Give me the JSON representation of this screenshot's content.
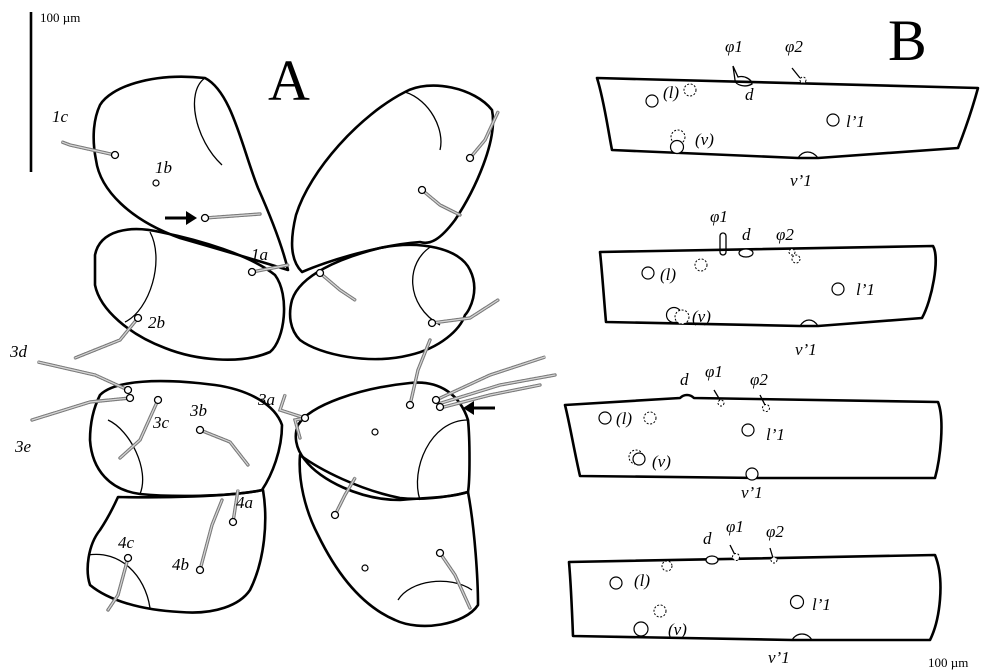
{
  "panel_a": {
    "letter": "A",
    "scale_label": "100 µm",
    "labels": {
      "1c": "1c",
      "1b": "1b",
      "1a": "1a",
      "2b": "2b",
      "3d": "3d",
      "3e": "3e",
      "3c": "3c",
      "3b": "3b",
      "3a": "3a",
      "4a": "4a",
      "4b": "4b",
      "4c": "4c"
    },
    "arrows": [
      "arrow-right-icon",
      "arrow-left-icon"
    ]
  },
  "panel_b": {
    "letter": "B",
    "scale_label": "100 µm",
    "segments": [
      {
        "phi1": "φ1",
        "phi2": "φ2",
        "d": "d",
        "l": "(l)",
        "v": "(v)",
        "l1": "l’1",
        "v1": "v’1"
      },
      {
        "phi1": "φ1",
        "phi2": "φ2",
        "d": "d",
        "l": "(l)",
        "v": "(v)",
        "l1": "l’1",
        "v1": "v’1"
      },
      {
        "phi1": "φ1",
        "phi2": "φ2",
        "d": "d",
        "l": "(l)",
        "v": "(v)",
        "l1": "l’1",
        "v1": "v’1"
      },
      {
        "phi1": "φ1",
        "phi2": "φ2",
        "d": "d",
        "l": "(l)",
        "v": "(v)",
        "l1": "l’1",
        "v1": "v’1"
      }
    ]
  }
}
